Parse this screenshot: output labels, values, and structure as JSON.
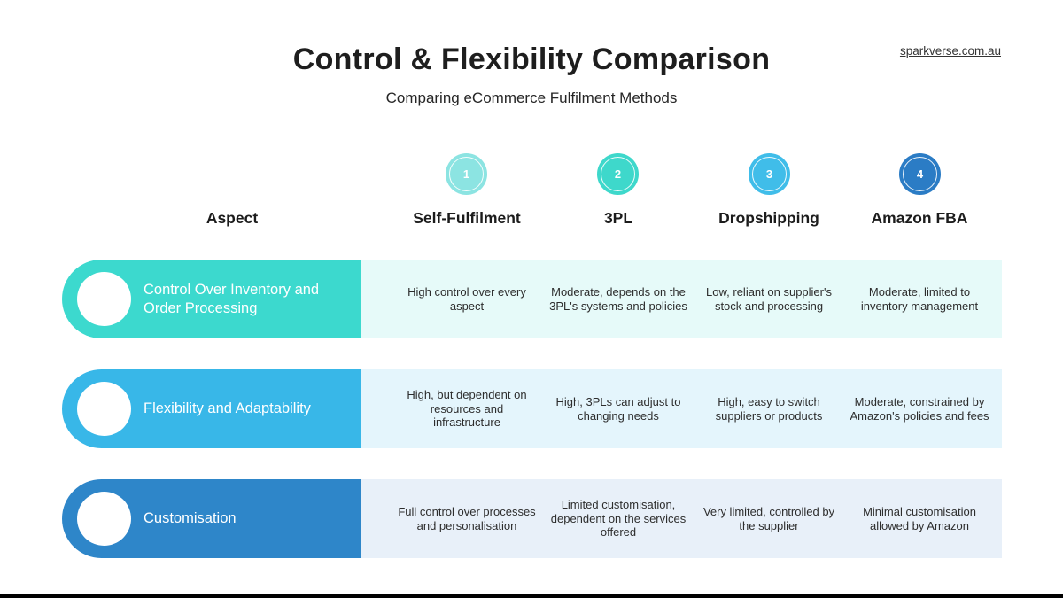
{
  "header": {
    "title": "Control & Flexibility Comparison",
    "subtitle": "Comparing eCommerce Fulfilment Methods",
    "website": "sparkverse.com.au"
  },
  "chart_data": {
    "type": "table",
    "aspect_header": "Aspect",
    "columns": [
      {
        "number": "1",
        "label": "Self-Fulfilment",
        "color": "#8ce4e2"
      },
      {
        "number": "2",
        "label": "3PL",
        "color": "#3ed8cb"
      },
      {
        "number": "3",
        "label": "Dropshipping",
        "color": "#40bde9"
      },
      {
        "number": "4",
        "label": "Amazon FBA",
        "color": "#2b7cc5"
      }
    ],
    "rows": [
      {
        "aspect": "Control Over Inventory and Order Processing",
        "pill_color": "#3cd9ce",
        "strip_color": "#e6faf9",
        "cells": [
          "High control over every aspect",
          "Moderate, depends on the 3PL's systems and policies",
          "Low, reliant on supplier's stock and processing",
          "Moderate, limited to inventory management"
        ]
      },
      {
        "aspect": "Flexibility and Adaptability",
        "pill_color": "#38b7e8",
        "strip_color": "#e4f5fc",
        "cells": [
          "High, but dependent on resources and infrastructure",
          "High, 3PLs can adjust to changing needs",
          "High, easy to switch suppliers or products",
          "Moderate, constrained by Amazon's policies and fees"
        ]
      },
      {
        "aspect": "Customisation",
        "pill_color": "#2e86c9",
        "strip_color": "#e8f0f9",
        "cells": [
          "Full control over processes and personalisation",
          "Limited customisation, dependent on the services offered",
          "Very limited, controlled by the supplier",
          "Minimal customisation allowed by Amazon"
        ]
      }
    ]
  }
}
